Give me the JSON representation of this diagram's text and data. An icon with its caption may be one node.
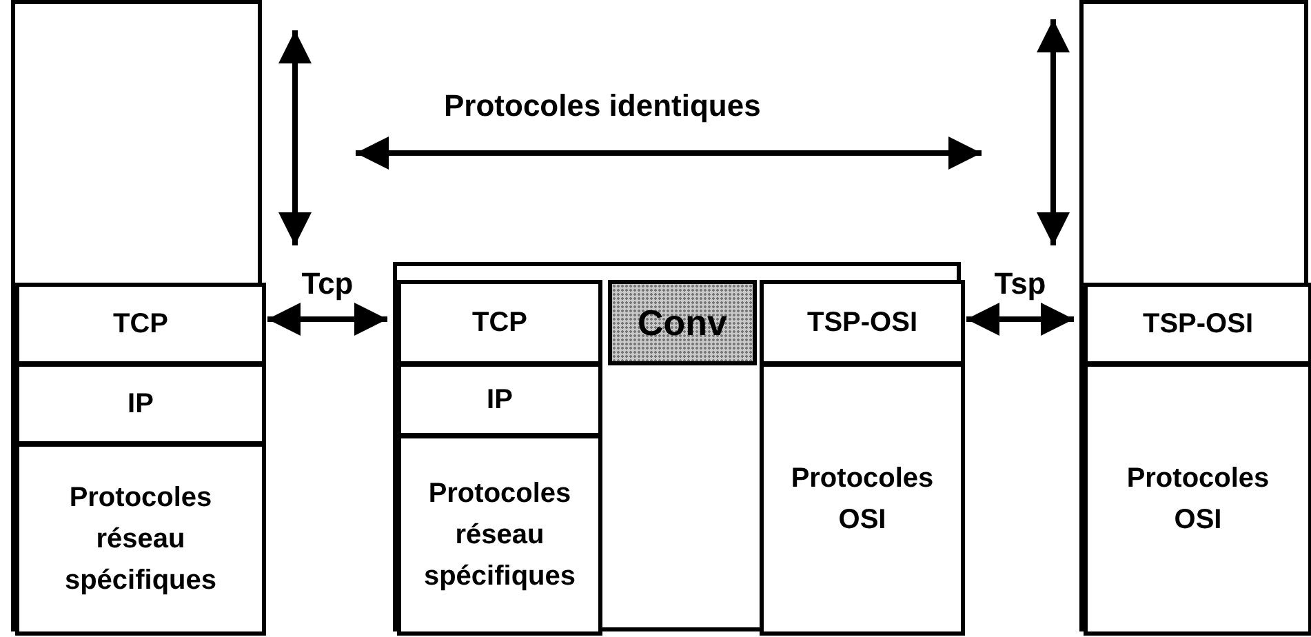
{
  "diagram": {
    "nodes": [
      {
        "text": [],
        "shape": "box"
      },
      {
        "text": [
          "TCP"
        ],
        "in": 0
      },
      {
        "text": [
          "IP"
        ],
        "in": 0
      },
      {
        "text": [
          "Protocoles réseau spécifiques"
        ],
        "in": 0
      },
      {
        "text": [],
        "shape": "box"
      },
      {
        "text": [
          "TCP"
        ],
        "in": 4
      },
      {
        "text": [
          "IP"
        ],
        "in": 4
      },
      {
        "text": [
          "Protocoles réseau spécifiques"
        ],
        "in": 4
      },
      {
        "text": [
          "Conv"
        ],
        "in": 4
      },
      {
        "text": [
          "TSP-OSI"
        ],
        "in": 4
      },
      {
        "text": [
          "Protocoles OSI"
        ],
        "in": 4
      },
      {
        "text": [],
        "shape": "box"
      },
      {
        "text": [
          "TSP-OSI"
        ],
        "in": 11
      },
      {
        "text": [
          "Protocoles OSI"
        ],
        "in": 11
      }
    ],
    "edges": [
      {
        "from": 1,
        "to": 5,
        "arrow": "both",
        "label": "Tcp"
      },
      {
        "from": 9,
        "to": 12,
        "arrow": "both",
        "label": "Tsp"
      }
    ],
    "labels": [
      "Protocoles identiques"
    ]
  }
}
